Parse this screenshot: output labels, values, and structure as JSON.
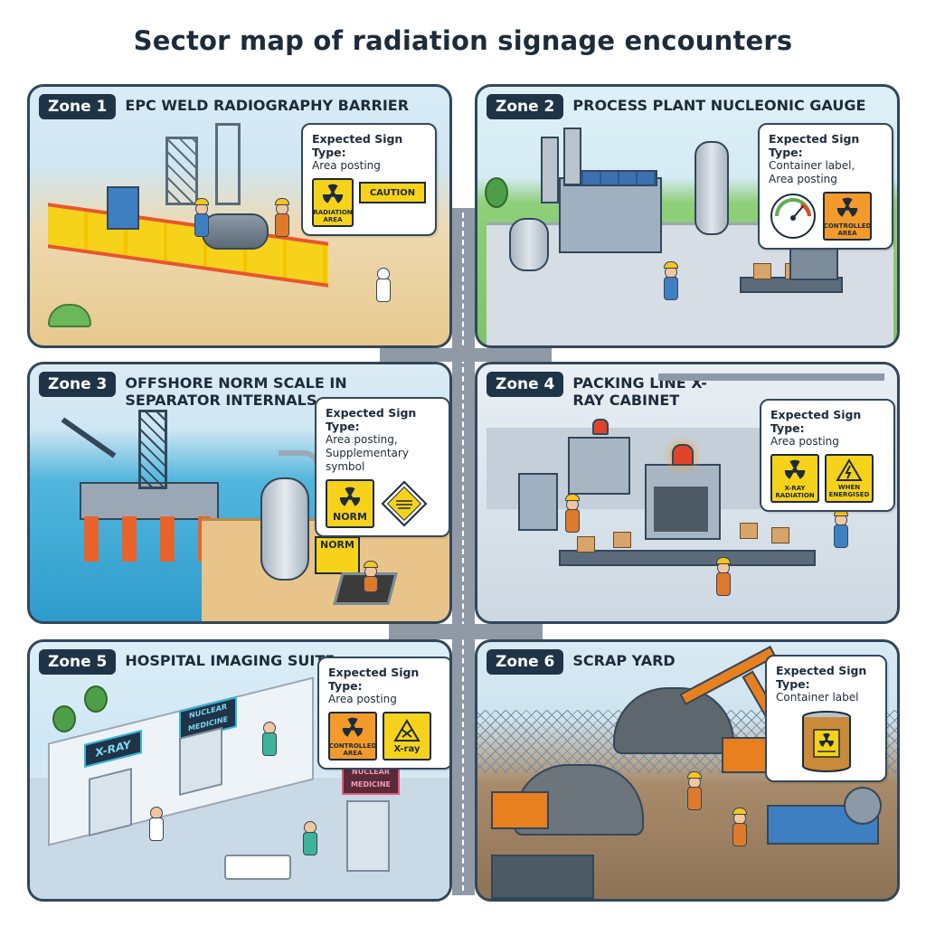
{
  "title": "Sector map of radiation signage encounters",
  "callout_heading": "Expected Sign Type:",
  "zones": [
    {
      "badge": "Zone 1",
      "title": "EPC weld radiography barrier",
      "expected": "Area posting",
      "signs": [
        {
          "text": "RADIATION AREA",
          "color": "#f7d21a",
          "icon": "trefoil-icon"
        },
        {
          "text": "CAUTION",
          "color": "#f7d21a",
          "icon": "caution-label"
        }
      ]
    },
    {
      "badge": "Zone 2",
      "title": "Process plant nucleonic gauge",
      "expected": "Container label, Area posting",
      "signs": [
        {
          "text": "",
          "color": "#ffffff",
          "icon": "gauge-icon"
        },
        {
          "text": "CONTROLLED AREA",
          "color": "#f39a2b",
          "icon": "trefoil-icon"
        }
      ]
    },
    {
      "badge": "Zone 3",
      "title": "Offshore NORM scale in separator internals",
      "expected": "Area posting, Supplementary symbol",
      "signs": [
        {
          "text": "NORM",
          "color": "#f7d21a",
          "icon": "trefoil-icon"
        },
        {
          "text": "",
          "color": "#f7d21a",
          "icon": "diamond-placard-icon"
        }
      ],
      "scene_sign": "NORM"
    },
    {
      "badge": "Zone 4",
      "title": "Packing line X-ray cabinet",
      "expected": "Area posting",
      "signs": [
        {
          "text": "X-RAY RADIATION",
          "color": "#f7d21a",
          "icon": "trefoil-icon"
        },
        {
          "text": "WHEN ENERGISED",
          "color": "#f7d21a",
          "icon": "warning-triangle-icon"
        }
      ]
    },
    {
      "badge": "Zone 5",
      "title": "Hospital imaging suite",
      "expected": "Area posting",
      "signs": [
        {
          "text": "CONTROLLED AREA",
          "color": "#f39a2b",
          "icon": "trefoil-icon"
        },
        {
          "text": "X-ray",
          "color": "#f7d21a",
          "icon": "warning-triangle-icon"
        }
      ],
      "scene_signs": [
        "X-RAY",
        "NUCLEAR MEDICINE",
        "NUCLEAR MEDICINE"
      ]
    },
    {
      "badge": "Zone 6",
      "title": "Scrap yard",
      "expected": "Container label",
      "signs": [
        {
          "text": "",
          "color": "#c98a3a",
          "icon": "drum-label-icon"
        }
      ]
    }
  ],
  "colors": {
    "badge": "#1f3447",
    "radiation_yellow": "#f7d21a",
    "controlled_orange": "#f39a2b",
    "outline": "#33475b"
  }
}
